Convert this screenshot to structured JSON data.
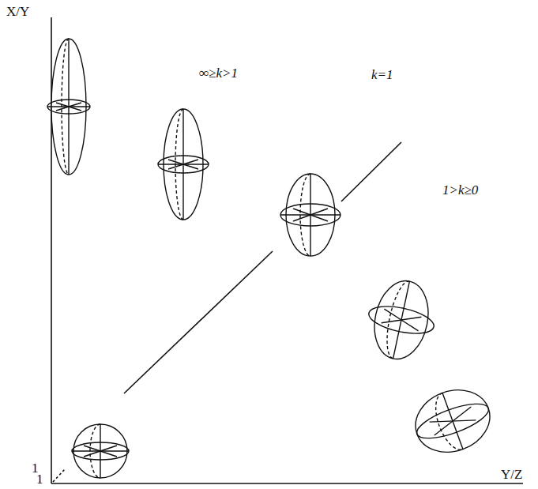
{
  "diagram": {
    "labels": [
      "X/Y",
      "Y/Z",
      "1",
      "1",
      "∞≥k>1",
      "k=1",
      "1>k≥0"
    ]
  }
}
